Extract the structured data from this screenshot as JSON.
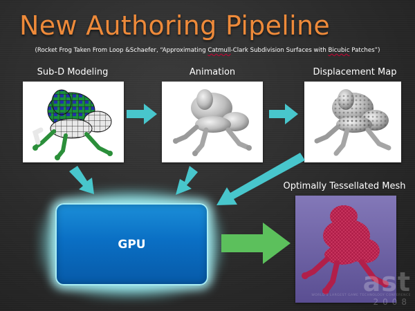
{
  "slide": {
    "title": "New Authoring Pipeline",
    "subtitle_prefix": "(Rocket Frog Taken From Loop &Schaefer, “Approximating ",
    "subtitle_word1": "Catmull",
    "subtitle_mid": "-Clark Subdivision Surfaces with ",
    "subtitle_word2": "Bicubic",
    "subtitle_suffix": " Patches”)"
  },
  "stages": {
    "subd_label": "Sub-D Modeling",
    "animation_label": "Animation",
    "displacement_label": "Displacement Map",
    "tessellated_label": "Optimally Tessellated Mesh",
    "gpu_label": "GPU"
  },
  "watermark": {
    "main": "ast",
    "tagline": "WORLD'S LARGEST GAME TECHNOLOGY CONFERENCE",
    "year": "2008"
  },
  "colors": {
    "title": "#ee8a3a",
    "arrow_cyan": "#48c6cc",
    "arrow_green": "#5cc05c",
    "gpu_fill": "#0a6fc4",
    "gpu_glow": "#a9ecf4",
    "mesh_bg": "#6b5ea4",
    "mesh_frog": "#b11f4a"
  }
}
